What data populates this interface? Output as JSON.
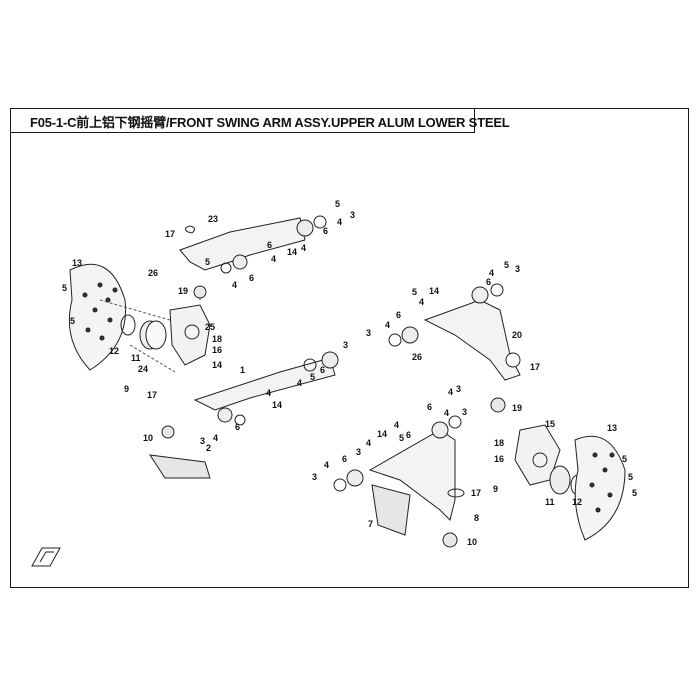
{
  "header": {
    "title": "F05-1-C前上铝下钢摇臂/FRONT SWING ARM ASSY.UPPER ALUM LOWER STEEL"
  },
  "callouts": {
    "upper_left": [
      "17",
      "23",
      "5",
      "4",
      "6",
      "3",
      "4",
      "6",
      "14",
      "26",
      "4",
      "6",
      "5",
      "4",
      "19"
    ],
    "left_hub": [
      "13",
      "5",
      "5",
      "12",
      "11",
      "24",
      "25",
      "18",
      "16",
      "14",
      "9",
      "17"
    ],
    "lower_left": [
      "1",
      "3",
      "5",
      "4",
      "14",
      "4",
      "6",
      "10",
      "3",
      "4",
      "6",
      "2"
    ],
    "upper_right": [
      "5",
      "3",
      "4",
      "6",
      "14",
      "4",
      "6",
      "4",
      "5",
      "3",
      "20",
      "26",
      "17",
      "4",
      "3",
      "19"
    ],
    "lower_right": [
      "6",
      "4",
      "3",
      "14",
      "4",
      "6",
      "4",
      "5",
      "3",
      "4",
      "6",
      "3",
      "7",
      "17",
      "8",
      "10"
    ],
    "right_hub": [
      "15",
      "13",
      "18",
      "16",
      "9",
      "5",
      "5",
      "11",
      "12",
      "5"
    ]
  }
}
